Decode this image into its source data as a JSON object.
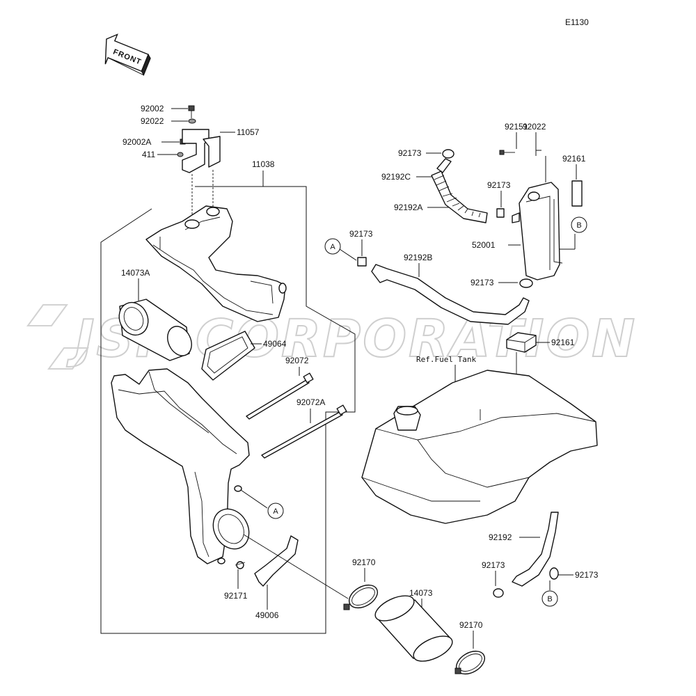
{
  "diagram_code": "E1130",
  "front_label": "FRONT",
  "watermark": "JSP CORPORATION",
  "ref_fuel_tank": "Ref.Fuel Tank",
  "callouts": {
    "A": "A",
    "B": "B"
  },
  "parts": {
    "p92002": "92002",
    "p92022a": "92022",
    "p92002A": "92002A",
    "p411": "411",
    "p11057": "11057",
    "p11038": "11038",
    "p14073A": "14073A",
    "p49064": "49064",
    "p92072": "92072",
    "p92072A": "92072A",
    "p92171": "92171",
    "p49006": "49006",
    "p92170a": "92170",
    "p14073": "14073",
    "p92170b": "92170",
    "p92151": "92151",
    "p92022b": "92022",
    "p92161a": "92161",
    "p92173a": "92173",
    "p92192C": "92192C",
    "p92173b": "92173",
    "p92192A": "92192A",
    "p92173c": "92173",
    "p92192B": "92192B",
    "p52001": "52001",
    "p92173d": "92173",
    "p92161b": "92161",
    "p92192": "92192",
    "p92173e": "92173",
    "p92173f": "92173"
  }
}
